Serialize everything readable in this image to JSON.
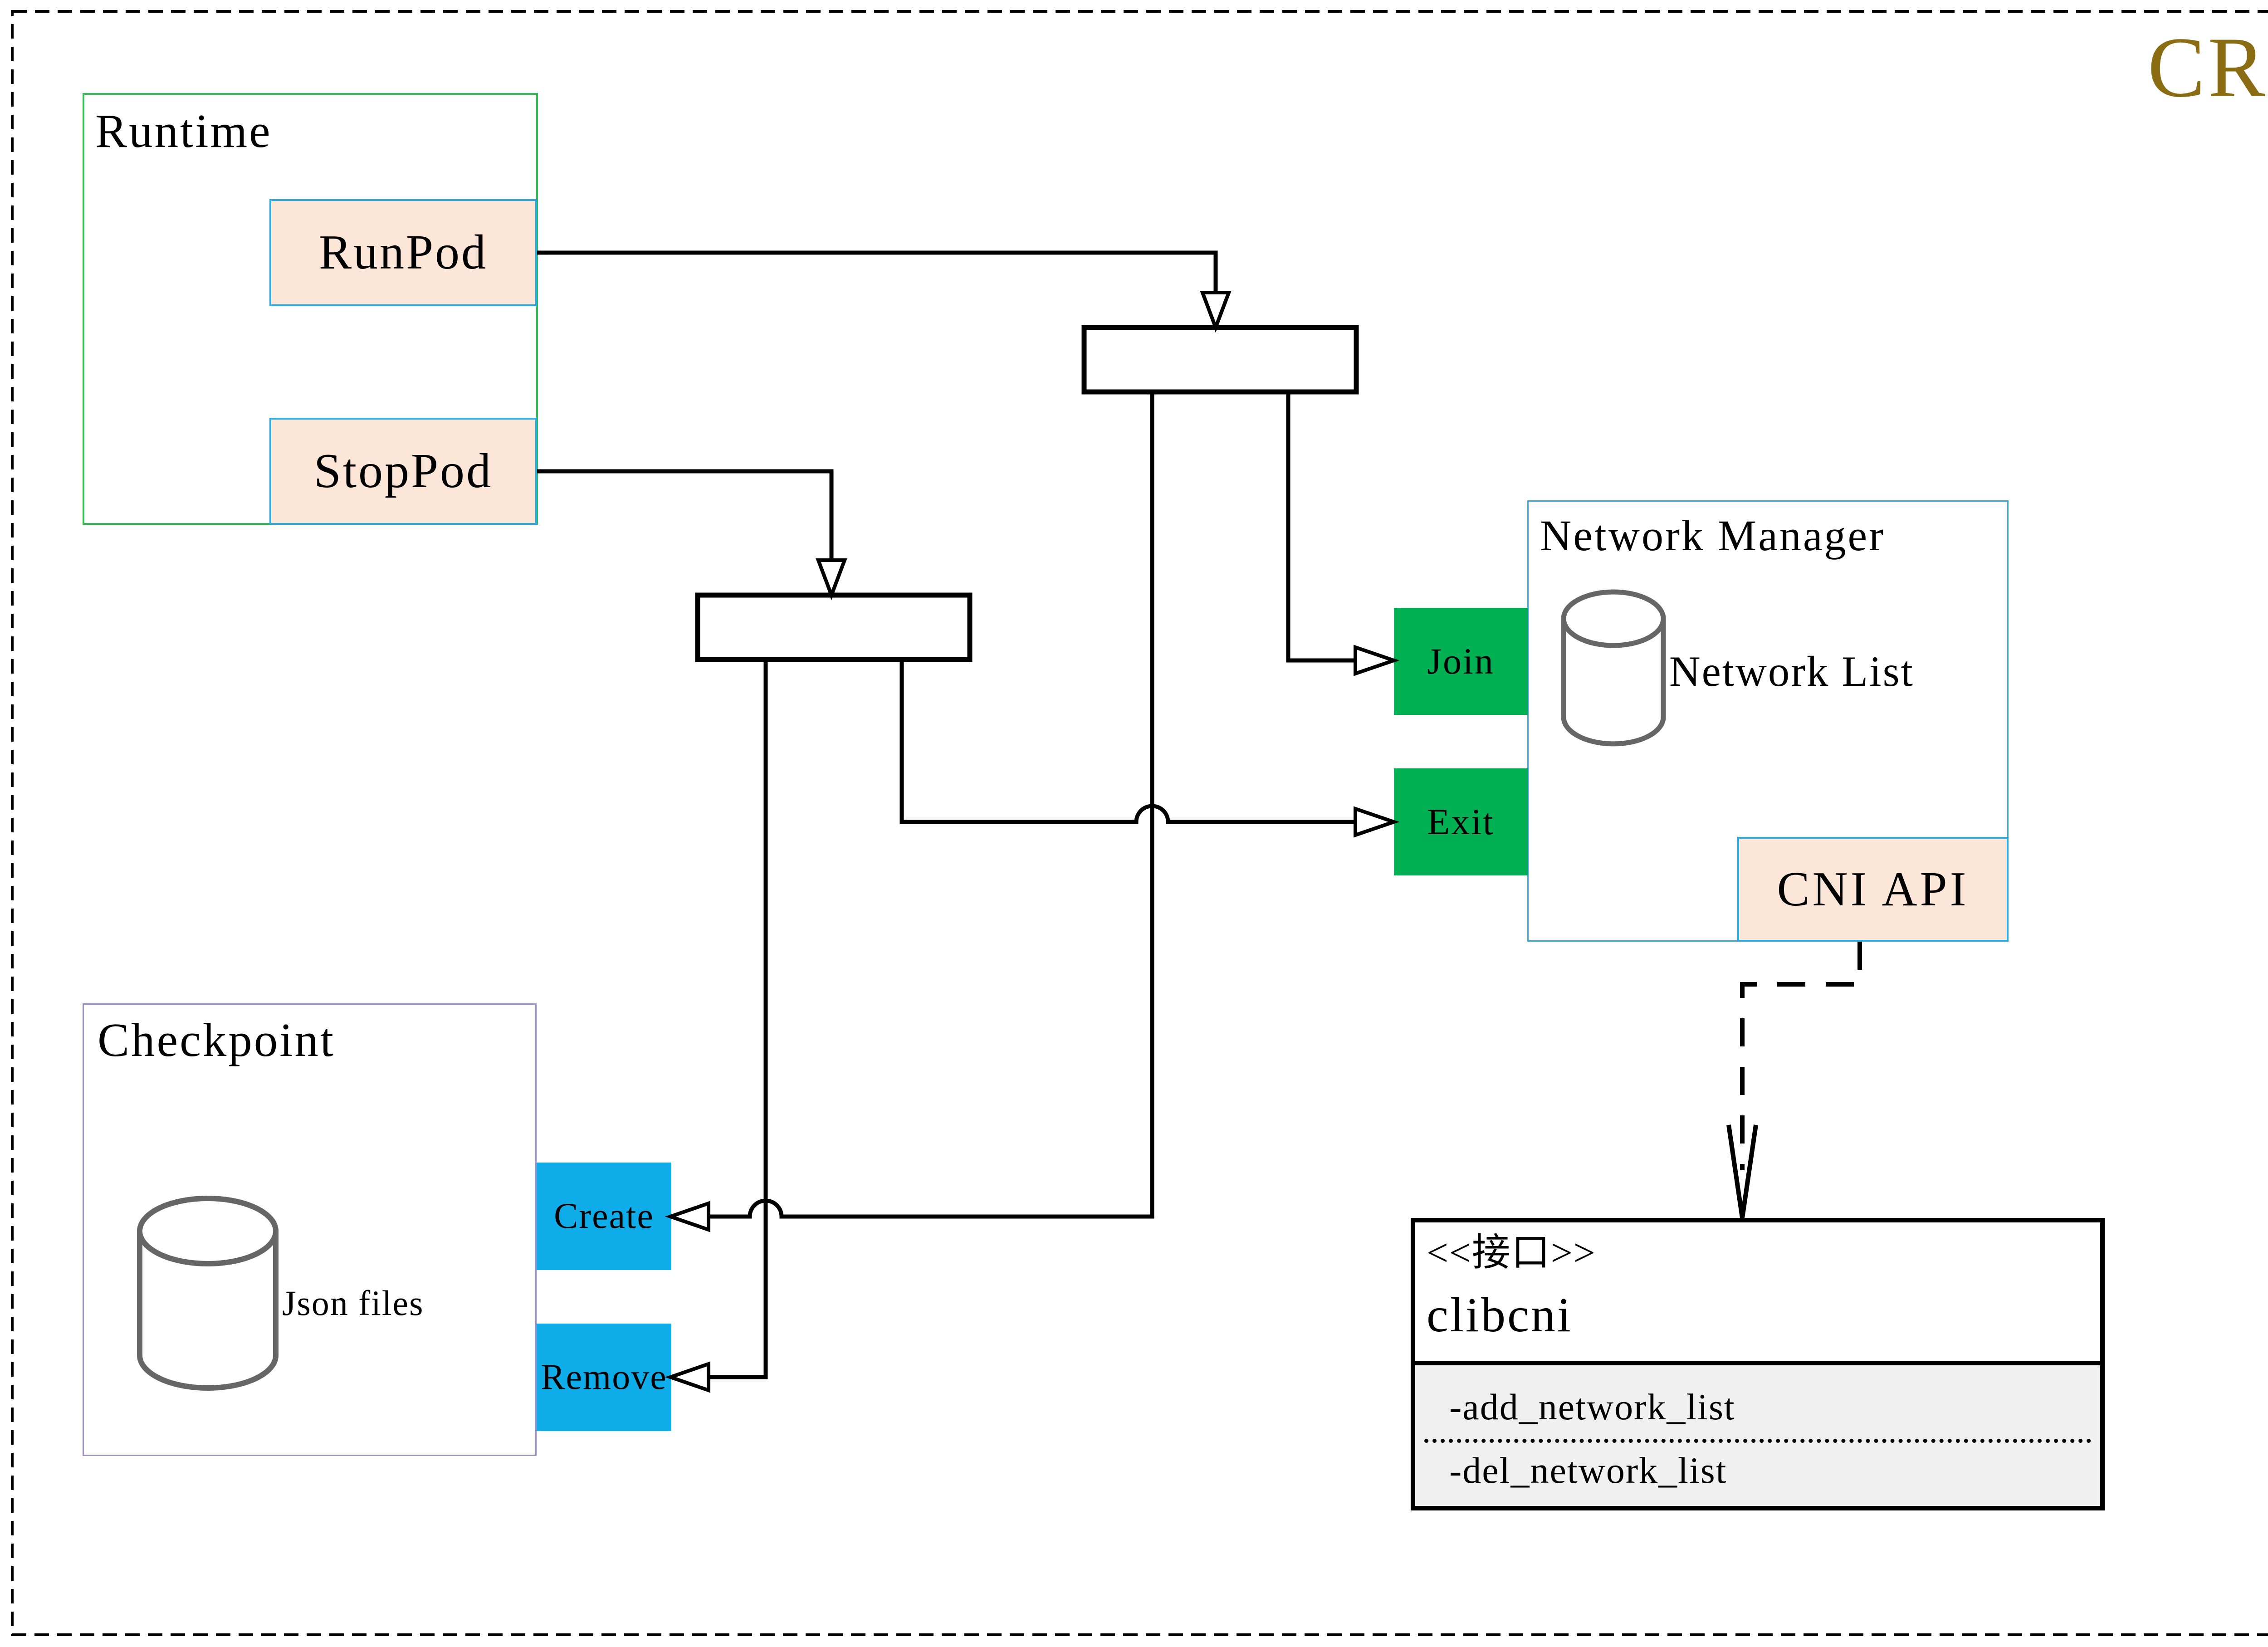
{
  "diagram_title": {
    "text": "CRI",
    "color": "#8a6c12"
  },
  "runtime": {
    "title": "Runtime",
    "buttons": [
      {
        "label": "RunPod"
      },
      {
        "label": "StopPod"
      }
    ]
  },
  "checkpoint": {
    "title": "Checkpoint",
    "datastore_label": "Json files",
    "buttons": [
      {
        "label": "Create"
      },
      {
        "label": "Remove"
      }
    ]
  },
  "network_manager": {
    "title": "Network Manager",
    "datastore_label": "Network List",
    "buttons": [
      {
        "label": "Join"
      },
      {
        "label": "Exit"
      }
    ],
    "cni_api_label": "CNI API"
  },
  "clibcni_interface": {
    "stereotype": "<<接口>>",
    "name": "clibcni",
    "methods": [
      {
        "name": "-add_network_list"
      },
      {
        "name": "-del_network_list"
      }
    ]
  },
  "colors": {
    "title_gold": "#8a6c12",
    "runtime_border_green": "#35bb53",
    "checkpoint_border_purple": "#9e8fc8",
    "network_manager_border_blue": "#3fa9e0",
    "peach_fill": "#fce6d7",
    "cyan_border": "#29abe2",
    "green_fill": "#00b052",
    "blue_fill": "#0eade9",
    "interface_section_gray": "#f0f0f0",
    "cylinder_gray": "#666666"
  }
}
